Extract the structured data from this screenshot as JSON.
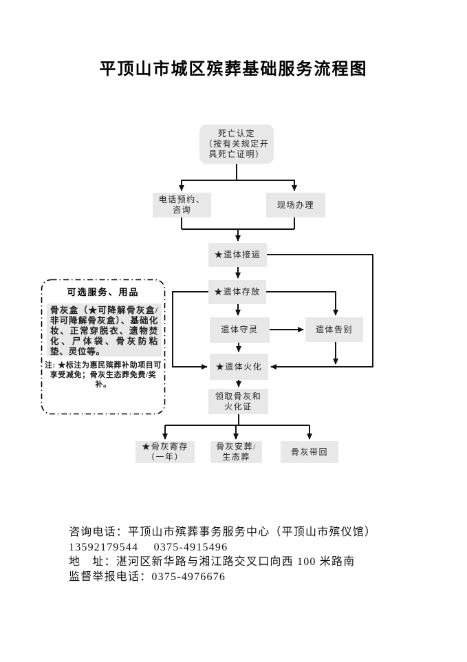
{
  "page": {
    "title": "平顶山市城区殡葬基础服务流程图"
  },
  "flowchart": {
    "box_fill": "#e8e8e8",
    "line_color": "#111111",
    "nodes": {
      "death": {
        "lines": [
          "死亡认定",
          "（按有关规定开",
          "具死亡证明）"
        ]
      },
      "phone": {
        "lines": [
          "电话预约、",
          "咨询"
        ]
      },
      "onsite": {
        "label": "现场办理"
      },
      "transport": {
        "label": "★遗体接运"
      },
      "storage": {
        "label": "★遗体存放"
      },
      "vigil": {
        "label": "遗体守灵"
      },
      "farewell": {
        "label": "遗体告别"
      },
      "cremation": {
        "label": "★遗体火化"
      },
      "ashes_cert": {
        "lines": [
          "领取骨灰和",
          "火化证"
        ]
      },
      "deposit": {
        "lines": [
          "★骨灰寄存",
          "（一年）"
        ]
      },
      "burial": {
        "lines": [
          "骨灰安葬/",
          "生态葬"
        ]
      },
      "take_home": {
        "label": "骨灰带回"
      }
    }
  },
  "optional_panel": {
    "title": "可选服务、用品",
    "body": "骨灰盒（★可降解骨灰盒/非可降解骨灰盒）、基础化妆、正常穿脱衣、遗物焚化、尸体袋、骨灰防粘垫、灵位等。",
    "note": "注: ★标注为惠民殡葬补助项目可享受减免；骨灰生态葬免费/奖补。"
  },
  "contact": {
    "line1": "咨询电话：平顶山市殡葬事务服务中心（平顶山市殡仪馆）",
    "line2": "13592179544　 0375-4915496",
    "line3": "地　址：湛河区新华路与湘江路交叉口向西 100 米路南",
    "line4": "监督举报电话：0375-4976676"
  }
}
